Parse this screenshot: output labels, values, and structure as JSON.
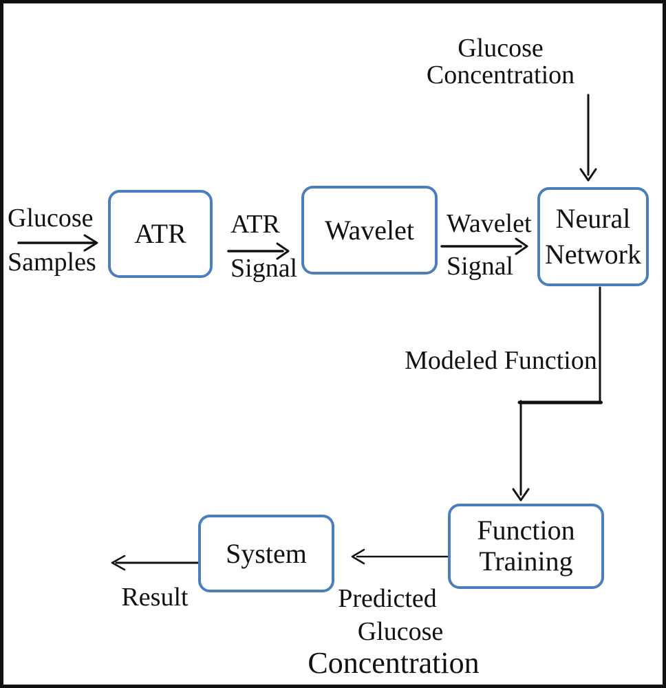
{
  "palette": {
    "box_border_blue": "#4a7ebc",
    "text_color": "#111111",
    "arrow_color": "#111111",
    "frame_color": "#111111",
    "background": "#ffffff"
  },
  "boxes": {
    "atr": {
      "label": "ATR"
    },
    "wavelet": {
      "label": "Wavelet"
    },
    "neural_network": {
      "line1": "Neural",
      "line2": "Network"
    },
    "function_training": {
      "line1": "Function",
      "line2": "Training"
    },
    "system": {
      "label": "System"
    }
  },
  "labels": {
    "glucose_samples": {
      "line1": "Glucose",
      "line2": "Samples"
    },
    "atr_signal": {
      "line1": "ATR",
      "line2": "Signal"
    },
    "wavelet_signal": {
      "line1": "Wavelet",
      "line2": "Signal"
    },
    "glucose_concentration": {
      "line1": "Glucose",
      "line2": "Concentration"
    },
    "modeled_function": "Modeled Function",
    "result": "Result",
    "predicted_glucose_concentration": {
      "line1": "Predicted",
      "line2": "Glucose",
      "line3": "Concentration"
    }
  }
}
